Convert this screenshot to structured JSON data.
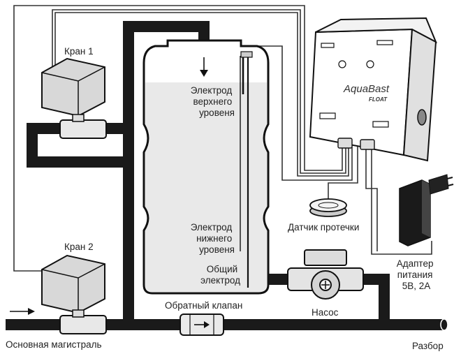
{
  "labels": {
    "valve1": "Кран 1",
    "valve2": "Кран 2",
    "electrode_upper": [
      "Электрод",
      "верхнего",
      "уровеня"
    ],
    "electrode_lower": [
      "Электрод",
      "нижнего",
      "уровеня"
    ],
    "electrode_common": [
      "Общий",
      "электрод"
    ],
    "check_valve": "Обратный клапан",
    "pump": "Насос",
    "leak_sensor": "Датчик протечки",
    "adapter": [
      "Адаптер",
      "питания",
      "5В, 2А"
    ],
    "main_line": "Основная магистраль",
    "outlet": "Разбор"
  },
  "controller": {
    "brand": "AquaBast",
    "model": "FLOAT"
  },
  "colors": {
    "pipe": "#1a1a1a",
    "tank_fill": "#e9e9e9",
    "tank_stroke": "#111111",
    "device_fill": "#dcdcdc",
    "wire": "#333333"
  }
}
